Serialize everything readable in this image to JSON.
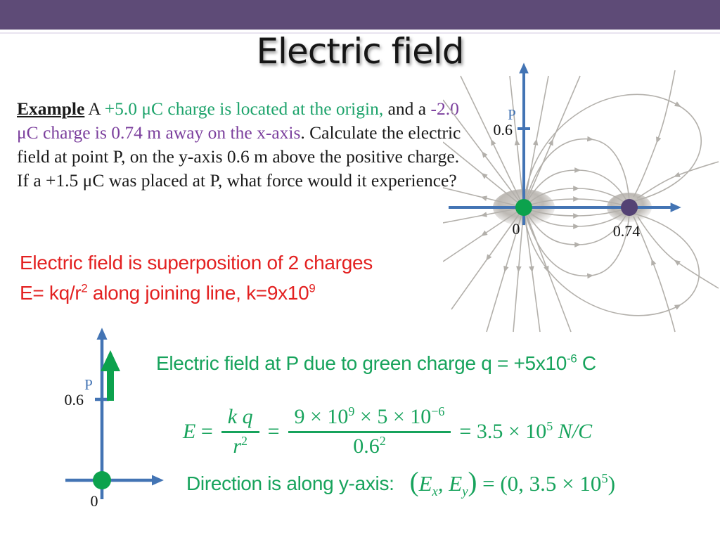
{
  "title": "Electric field",
  "example": {
    "segments": [
      {
        "t": "Example",
        "c": "ex-label"
      },
      {
        "t": "  A ",
        "c": ""
      },
      {
        "t": "+5.0 μC charge is located at the origin,",
        "c": "green"
      },
      {
        "t": " and a ",
        "c": ""
      },
      {
        "t": "-2.0 μC charge is 0.74 m away on the x-axis",
        "c": "purple"
      },
      {
        "t": ". Calculate the electric field at point P, on the y-axis 0.6 m above the positive charge. If a +1.5 μC was placed at P, what force would it experience?",
        "c": ""
      }
    ]
  },
  "notes": {
    "line1": "Electric field is superposition of 2 charges",
    "line2": [
      {
        "t": "E= kq/r",
        "c": ""
      },
      {
        "t": "2",
        "c": "sup"
      },
      {
        "t": " along joining line, k=9x10",
        "c": ""
      },
      {
        "t": "9",
        "c": "sup"
      }
    ]
  },
  "field_diagram": {
    "point_label": "P",
    "y_tick_label": "0.6",
    "origin_label": "0",
    "x_tick_label": "0.74"
  },
  "small_diagram": {
    "point_label": "P",
    "y_tick_label": "0.6",
    "origin_label": "0"
  },
  "solution": {
    "heading": [
      {
        "t": "Electric field at P due to green charge q = +5x10",
        "c": ""
      },
      {
        "t": "-6",
        "c": "sup"
      },
      {
        "t": " C",
        "c": ""
      }
    ],
    "formula": {
      "lhs": [
        {
          "t": "E",
          "c": "var"
        },
        {
          "t": " =",
          "c": ""
        }
      ],
      "frac1": {
        "num": [
          {
            "t": "k q",
            "c": "var"
          }
        ],
        "den": [
          {
            "t": "r",
            "c": "var"
          },
          {
            "t": "2",
            "c": "sup"
          }
        ]
      },
      "eq": "=",
      "frac2": {
        "num": [
          {
            "t": "9 × 10",
            "c": ""
          },
          {
            "t": "9",
            "c": "sup"
          },
          {
            "t": " × 5 × 10",
            "c": ""
          },
          {
            "t": "−6",
            "c": "sup"
          }
        ],
        "den": [
          {
            "t": "0.6",
            "c": ""
          },
          {
            "t": "2",
            "c": "sup"
          }
        ]
      },
      "result": [
        {
          "t": "= 3.5 × 10",
          "c": ""
        },
        {
          "t": "5",
          "c": "sup"
        },
        {
          "t": " ",
          "c": ""
        },
        {
          "t": "N/C",
          "c": "var"
        }
      ]
    },
    "direction_label": "Direction is along y-axis:",
    "direction_math": [
      {
        "t": "(",
        "c": "paren"
      },
      {
        "t": "E",
        "c": "var"
      },
      {
        "t": "x",
        "c": "sub var"
      },
      {
        "t": ", E",
        "c": "var"
      },
      {
        "t": "y",
        "c": "sub var"
      },
      {
        "t": ")",
        "c": "paren"
      },
      {
        "t": " = (0, 3.5 × 10",
        "c": ""
      },
      {
        "t": "5",
        "c": "sup"
      },
      {
        "t": ")",
        "c": ""
      }
    ]
  },
  "colors": {
    "header_bar": "#5e4b77",
    "title": "#161616",
    "red": "#e32121",
    "green_text": "#17a35c",
    "example_green": "#1da36b",
    "example_purple": "#7b3f9d",
    "axis_blue": "#4374b4",
    "charge_green": "#0ca24d",
    "charge_purple": "#544274",
    "field_gray": "#b3b0ab"
  }
}
